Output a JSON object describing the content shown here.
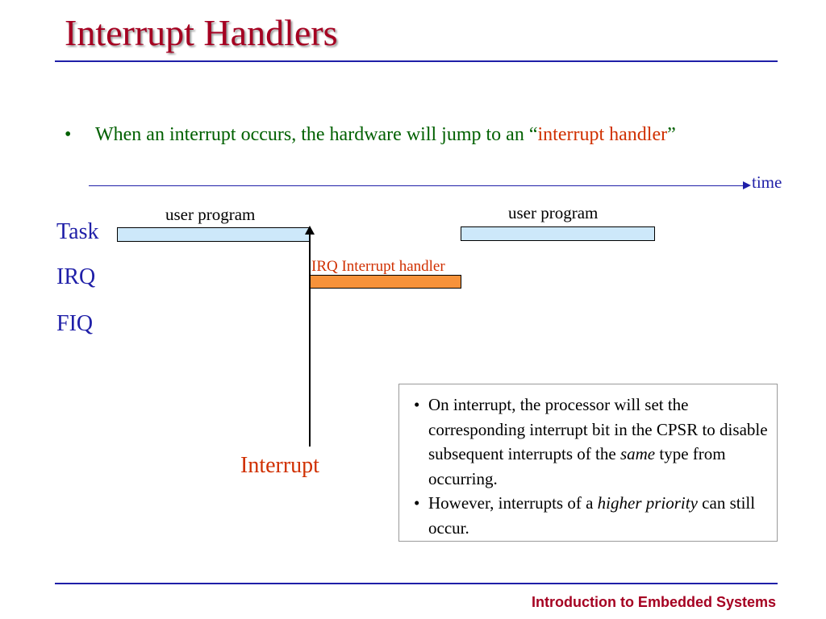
{
  "slide": {
    "title": "Interrupt Handlers",
    "bullet": {
      "before": "When an interrupt occurs, the hardware will jump to an “",
      "highlight": "interrupt handler",
      "after": "”"
    },
    "footer": "Introduction to Embedded Systems"
  },
  "diagram": {
    "time_label": "time",
    "rows": [
      {
        "label": "Task"
      },
      {
        "label": "IRQ"
      },
      {
        "label": "FIQ"
      }
    ],
    "task_segments": [
      {
        "label": "user program"
      },
      {
        "label": "user program"
      }
    ],
    "irq_segment": {
      "label": "IRQ Interrupt handler"
    },
    "interrupt_label": "Interrupt",
    "colors": {
      "axis": "#1f1fa8",
      "task_bar": "#cde8fa",
      "irq_bar": "#f7923a",
      "title": "#a50021",
      "highlight": "#d03000",
      "bullet_text": "#006000"
    }
  },
  "note": {
    "point1": {
      "before": "On interrupt, the processor will set the corresponding interrupt bit in the CPSR to disable subsequent interrupts of the ",
      "italic": "same",
      "after": " type from occurring."
    },
    "point2": {
      "before": "However, interrupts of a ",
      "italic": "higher priority",
      "after": " can still occur."
    }
  }
}
